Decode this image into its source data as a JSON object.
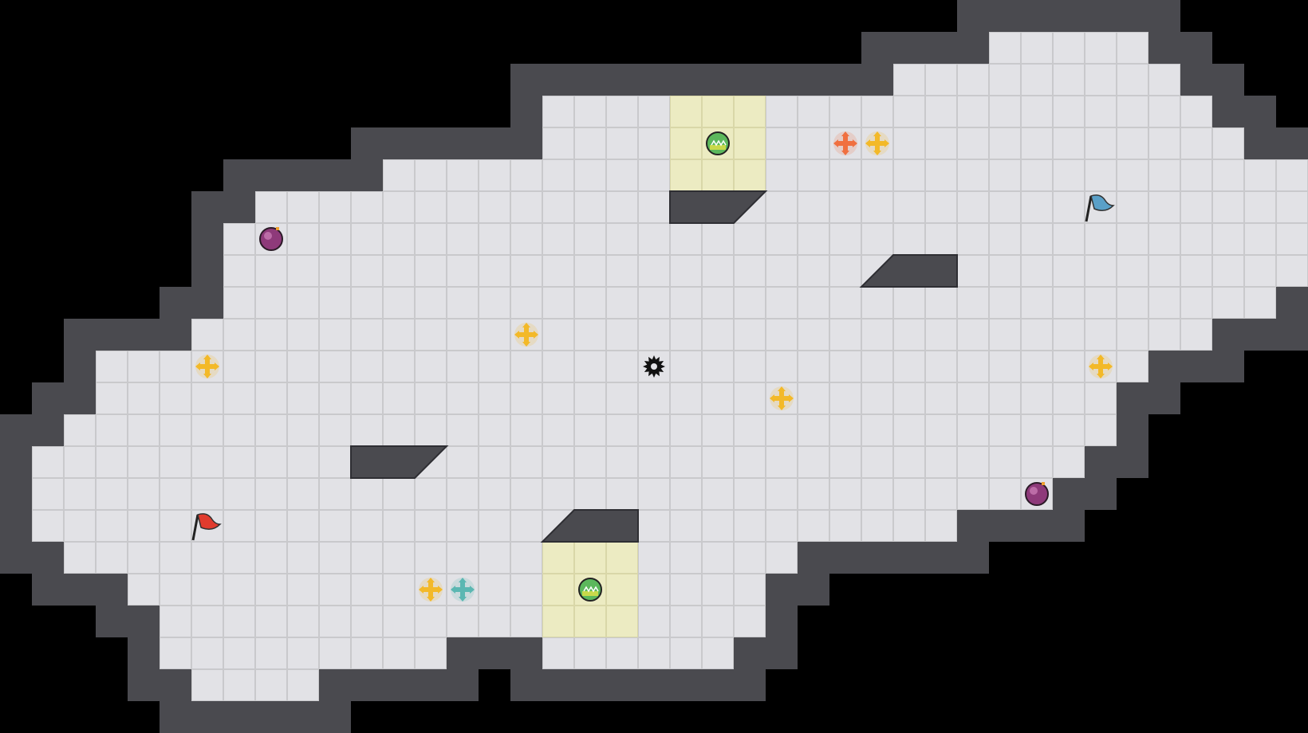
{
  "map": {
    "grid_cell_units": 40,
    "colors": {
      "background": "#000000",
      "floor": "#e2e2e6",
      "floor_grid": "#c9c9cc",
      "wall": "#4a4a4f",
      "wall_edge": "#2e2e33",
      "capture_zone": "#ecebc2",
      "pickup_yellow": "#f3b928",
      "pickup_orange": "#f07040",
      "pickup_teal": "#5bb7b2",
      "bomb": "#8e3a7a",
      "flag_red": "#e03b2e",
      "flag_blue": "#5aa0c8"
    },
    "entities": [
      {
        "kind": "bomb",
        "icon": "bomb-icon",
        "name": "bomb-top-left"
      },
      {
        "kind": "bomb",
        "icon": "bomb-icon",
        "name": "bomb-bottom-right"
      },
      {
        "kind": "flag",
        "team": "red",
        "icon": "red-flag-icon",
        "name": "red-flag"
      },
      {
        "kind": "flag",
        "team": "blue",
        "icon": "blue-flag-icon",
        "name": "blue-flag"
      },
      {
        "kind": "portal",
        "icon": "gate-token-icon",
        "name": "gate-token-top"
      },
      {
        "kind": "portal",
        "icon": "gate-token-icon",
        "name": "gate-token-bottom"
      },
      {
        "kind": "spike",
        "icon": "spike-icon",
        "name": "center-spike"
      },
      {
        "kind": "boost",
        "icon": "boost-icon",
        "color": "yellow",
        "name": "boost-yellow-1"
      },
      {
        "kind": "boost",
        "icon": "boost-icon",
        "color": "yellow",
        "name": "boost-yellow-2"
      },
      {
        "kind": "boost",
        "icon": "boost-icon",
        "color": "yellow",
        "name": "boost-yellow-3"
      },
      {
        "kind": "boost",
        "icon": "boost-icon",
        "color": "yellow",
        "name": "boost-yellow-4"
      },
      {
        "kind": "boost",
        "icon": "boost-icon",
        "color": "yellow",
        "name": "boost-yellow-5"
      },
      {
        "kind": "boost",
        "icon": "boost-icon",
        "color": "yellow",
        "name": "boost-yellow-6"
      },
      {
        "kind": "boost",
        "icon": "boost-icon",
        "color": "orange",
        "name": "boost-orange"
      },
      {
        "kind": "boost",
        "icon": "boost-icon",
        "color": "teal",
        "name": "boost-teal"
      }
    ]
  }
}
